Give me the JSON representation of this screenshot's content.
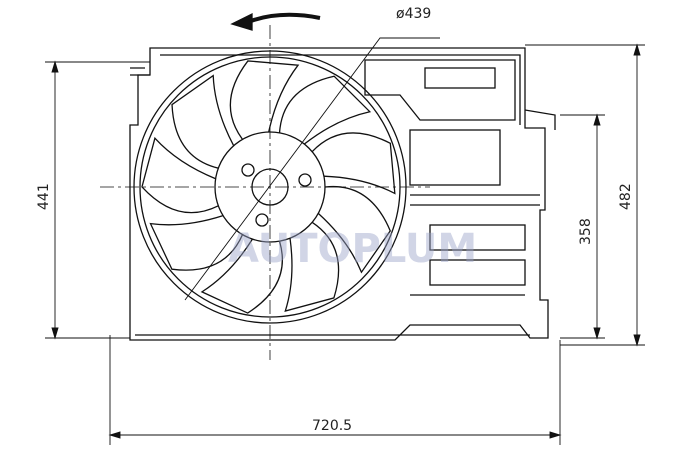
{
  "title": "Radiator cooling fan assembly - dimension drawing",
  "dimensions": {
    "fan_diameter": "ø439",
    "height_left": "441",
    "height_inner_right": "358",
    "height_right": "482",
    "width_bottom": "720.5"
  },
  "watermark": "AUTOPLUM",
  "colors": {
    "line": "#111111",
    "watermark": "#9aa3c8"
  }
}
